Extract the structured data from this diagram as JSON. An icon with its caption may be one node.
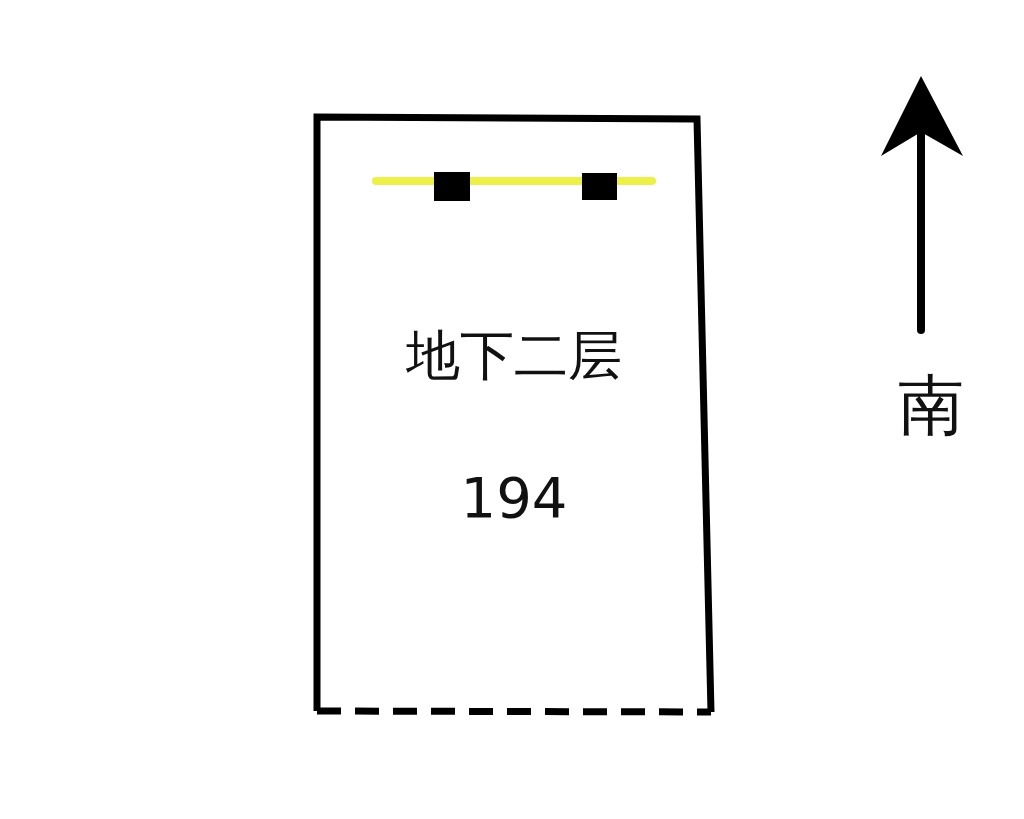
{
  "diagram": {
    "nodes": [
      {
        "text": [
          "地下二层",
          "194"
        ]
      }
    ],
    "labels": [
      "南"
    ]
  }
}
